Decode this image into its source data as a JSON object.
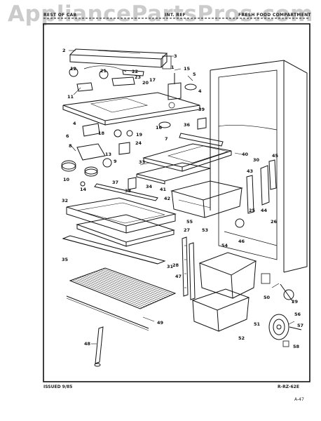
{
  "watermark": "AppliancePartsPros.com",
  "header": {
    "left": "REST OF CAB",
    "middle": "INT. REF",
    "right": "FRESH FOOD COMPARTMENT"
  },
  "footer": {
    "issued": "ISSUED 9/85",
    "code": "R-RZ-62E",
    "page": "A-47"
  },
  "callouts": {
    "n1": "1",
    "n2": "2",
    "n3": "3",
    "n4": "4",
    "n5": "5",
    "n6": "6",
    "n7": "7",
    "n8": "8",
    "n9": "9",
    "n10": "10",
    "n11": "11",
    "n12": "12",
    "n13": "13",
    "n14": "14",
    "n15": "15",
    "n16": "16",
    "n17": "17",
    "n18": "18",
    "n19": "19",
    "n20": "20",
    "n21": "21",
    "n22": "22",
    "n23": "23",
    "n24": "24",
    "n25": "25",
    "n26": "26",
    "n27": "27",
    "n28": "28",
    "n29": "29",
    "n30": "30",
    "n31": "31",
    "n32": "32",
    "n33": "33",
    "n34": "34",
    "n35": "35",
    "n36": "36",
    "n37": "37",
    "n38": "38",
    "n39": "39",
    "n40": "40",
    "n41": "41",
    "n42": "42",
    "n43": "43",
    "n44": "44",
    "n45": "45",
    "n46": "46",
    "n47": "47",
    "n48": "48",
    "n49": "49",
    "n50": "50",
    "n51": "51",
    "n52": "52",
    "n53": "53",
    "n54": "54",
    "n55": "55",
    "n56": "56",
    "n57": "57",
    "n58": "58"
  },
  "colors": {
    "ink": "#111111",
    "paper": "#ffffff",
    "watermark": "#a0a0a0"
  }
}
